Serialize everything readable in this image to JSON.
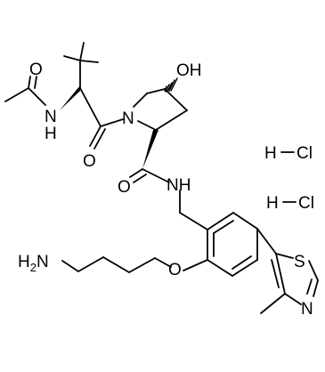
{
  "molecule": {
    "atoms": {
      "acetyl_oxygen": "O",
      "amide_nh_left": "N",
      "amide_nh_left_h": "H",
      "hydroxyl": "OH",
      "pyrrolidine_n": "N",
      "ketone_oxygen": "O",
      "carboxamide_oxygen": "O",
      "carboxamide_nh": "NH",
      "ether_oxygen": "O",
      "amine_h": "H",
      "amine_subscript": "2",
      "amine_n": "N",
      "thiazole_s": "S",
      "thiazole_n": "N"
    },
    "salts": [
      {
        "h": "H",
        "cl": "Cl"
      },
      {
        "h": "H",
        "cl": "Cl"
      }
    ]
  }
}
